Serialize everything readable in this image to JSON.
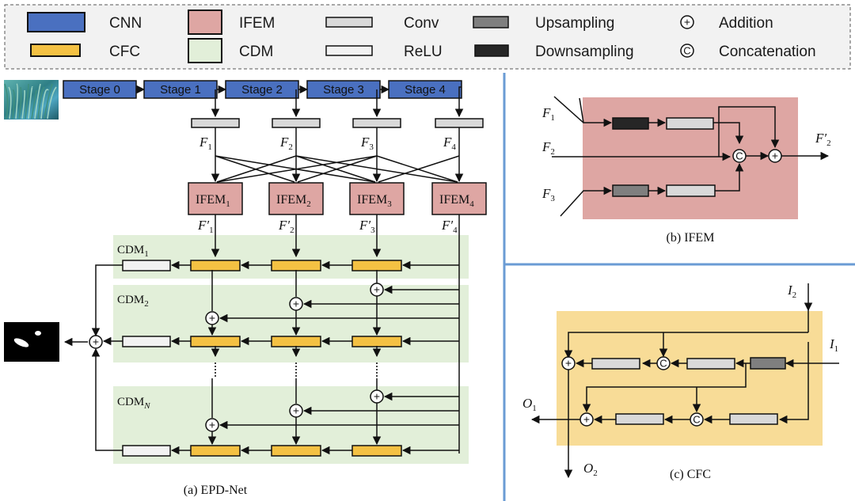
{
  "legend": {
    "items": [
      {
        "label": "CNN",
        "kind": "cnn"
      },
      {
        "label": "CFC",
        "kind": "cfc"
      },
      {
        "label": "IFEM",
        "kind": "ifem"
      },
      {
        "label": "CDM",
        "kind": "cdm"
      },
      {
        "label": "Conv",
        "kind": "conv"
      },
      {
        "label": "ReLU",
        "kind": "relu"
      },
      {
        "label": "Upsampling",
        "kind": "up"
      },
      {
        "label": "Downsampling",
        "kind": "down"
      },
      {
        "label": "Addition",
        "kind": "add",
        "symbol": "+"
      },
      {
        "label": "Concatenation",
        "kind": "concat",
        "symbol": "C"
      }
    ]
  },
  "colors": {
    "cnn": "#4a70c0",
    "cfc": "#f4c143",
    "ifem": "#dea6a3",
    "cdm": "#e2efd9",
    "conv": "#d9d9d9",
    "relu": "#f2f2f2",
    "up": "#7f7f7f",
    "down": "#262626",
    "divider": "#6a9bd4",
    "cfc_panel": "#f8dc97",
    "ifem_panel": "#dea6a3",
    "legend_bg": "#f2f2f2"
  },
  "epd": {
    "stages": [
      "Stage 0",
      "Stage 1",
      "Stage 2",
      "Stage 3",
      "Stage 4"
    ],
    "features": [
      {
        "base": "F",
        "sub": "1"
      },
      {
        "base": "F",
        "sub": "2"
      },
      {
        "base": "F",
        "sub": "3"
      },
      {
        "base": "F",
        "sub": "4"
      }
    ],
    "ifems": [
      {
        "base": "IFEM",
        "sub": "1"
      },
      {
        "base": "IFEM",
        "sub": "2"
      },
      {
        "base": "IFEM",
        "sub": "3"
      },
      {
        "base": "IFEM",
        "sub": "4"
      }
    ],
    "enhanced": [
      {
        "base": "F′",
        "sub": "1"
      },
      {
        "base": "F′",
        "sub": "2"
      },
      {
        "base": "F′",
        "sub": "3"
      },
      {
        "base": "F′",
        "sub": "4"
      }
    ],
    "cdms": [
      {
        "base": "CDM",
        "sub": "1"
      },
      {
        "base": "CDM",
        "sub": "2"
      },
      {
        "base": "CDM",
        "sub": "N"
      }
    ],
    "input_image": "underwater coral reef photo",
    "output_image": "binary segmentation mask",
    "caption": "(a) EPD-Net"
  },
  "ifem_detail": {
    "inputs": [
      {
        "base": "F",
        "sub": "1"
      },
      {
        "base": "F",
        "sub": "2"
      },
      {
        "base": "F",
        "sub": "3"
      }
    ],
    "output": {
      "base": "F′",
      "sub": "2"
    },
    "concat_symbol": "C",
    "add_symbol": "+",
    "caption": "(b) IFEM"
  },
  "cfc_detail": {
    "inputs": [
      {
        "base": "I",
        "sub": "2"
      },
      {
        "base": "I",
        "sub": "1"
      }
    ],
    "outputs": [
      {
        "base": "O",
        "sub": "1"
      },
      {
        "base": "O",
        "sub": "2"
      }
    ],
    "concat_symbol": "C",
    "add_symbol": "+",
    "caption": "(c) CFC"
  }
}
